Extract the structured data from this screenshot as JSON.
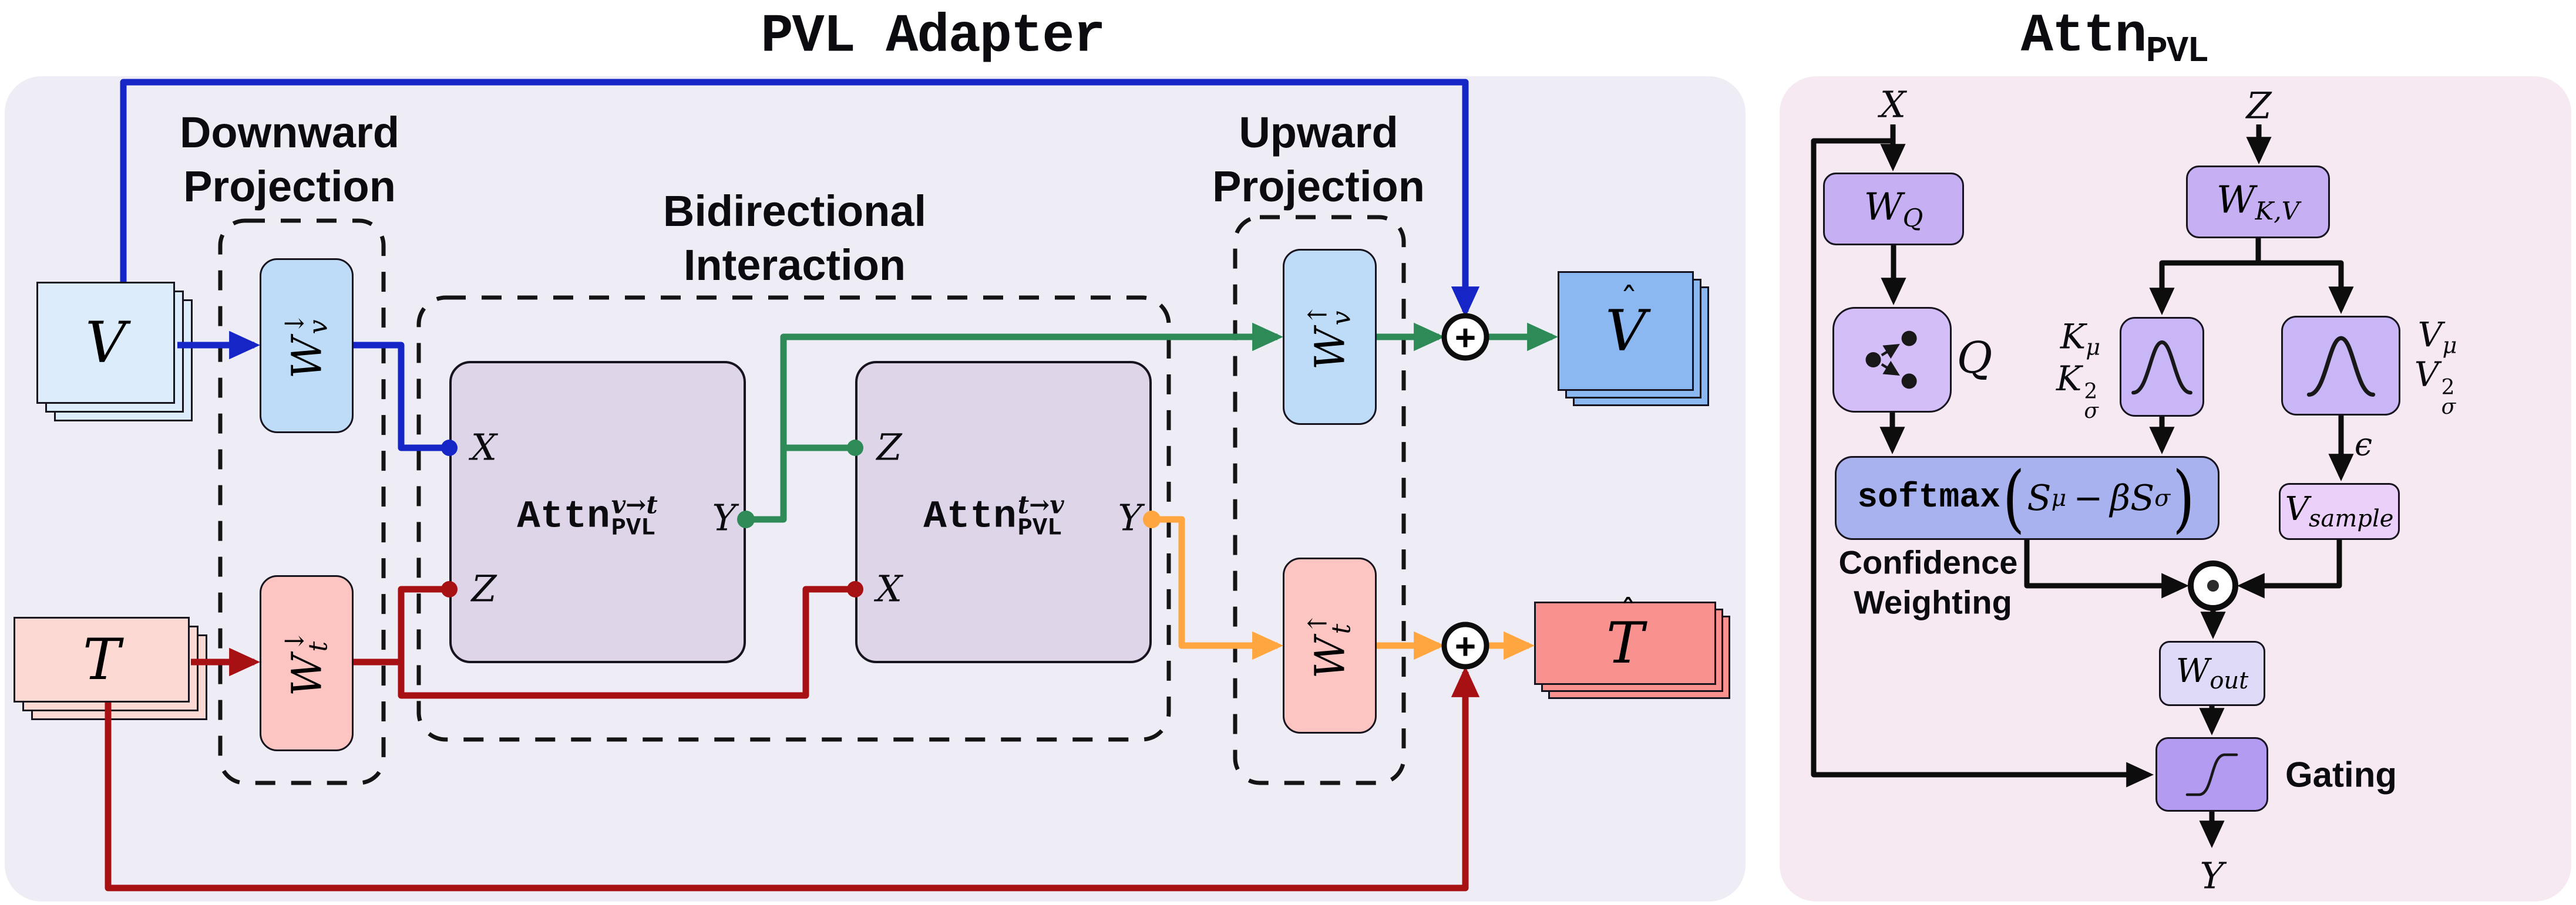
{
  "colors": {
    "panel_left": "#eeedf5",
    "panel_right": "#f7e9f2",
    "blue_line": "#1626c6",
    "red_line": "#a81114",
    "green_line": "#2e8b57",
    "orange_line": "#ffa640",
    "v_in_fill": "#dcecfb",
    "t_in_fill": "#fdd9d3",
    "v_out_fill": "#8bb8f1",
    "t_out_fill": "#f9928f",
    "wv_fill": "#bedcf8",
    "wt_fill": "#fcc5c1",
    "attn_fill": "#ded5e9",
    "purple_fill": "#c7aff4",
    "purple_soft": "#d4bef8",
    "gauss_fill": "#c9b6f6",
    "softmax_fill": "#a8b2ee",
    "vsample_fill": "#ebd1fa",
    "wout_fill": "#dfdaf8",
    "gating_fill": "#b29bf0"
  },
  "adapter": {
    "title": "PVL Adapter",
    "sections": {
      "down1": "Downward",
      "down2": "Projection",
      "bi1": "Bidirectional",
      "bi2": "Interaction",
      "up1": "Upward",
      "up2": "Projection"
    },
    "v_in": "V",
    "t_in": "T",
    "v_out_base": "V",
    "t_out_base": "T",
    "hat": "ˆ",
    "w_base": "W",
    "down_arrow": "↓",
    "up_arrow": "↑",
    "sub_v": "v",
    "sub_t": "t",
    "attn1": {
      "base": "Attn",
      "sup": "v→t",
      "sub": "PVL",
      "x": "X",
      "z": "Z",
      "y": "Y"
    },
    "attn2": {
      "base": "Attn",
      "sup": "t→v",
      "sub": "PVL",
      "z": "Z",
      "x": "X",
      "y": "Y"
    },
    "plus": "+"
  },
  "attn_pvl": {
    "title_base": "Attn",
    "title_sub": "PVL",
    "x_in": "X",
    "z_in": "Z",
    "wq_base": "W",
    "wq_sub": "Q",
    "wkv_base": "W",
    "wkv_sub": "K,V",
    "q": "Q",
    "k_mu_base": "K",
    "k_mu_sub": "μ",
    "k_sig_base": "K",
    "k_sig_sup": "2",
    "k_sig_sub": "σ",
    "v_mu_base": "V",
    "v_mu_sub": "μ",
    "v_sig_base": "V",
    "v_sig_sup": "2",
    "v_sig_sub": "σ",
    "softmax_fn": "softmax",
    "lparen": "(",
    "rparen": ")",
    "s1": "S",
    "s1_sub": "μ",
    "minus": "−",
    "s2": "βS",
    "s2_sub": "σ",
    "conf1": "Confidence",
    "conf2": "Weighting",
    "epsilon": "ϵ",
    "vsample_base": "V",
    "vsample_sub": "sample",
    "wout_base": "W",
    "wout_sub": "out",
    "gating": "Gating",
    "y_out": "Y"
  },
  "icons": {
    "add_symbol": "⊕",
    "hadamard_symbol": "⊙",
    "scatter": "scatter-plot-icon",
    "gaussian": "gaussian-curve-icon",
    "sigmoid": "sigmoid-curve-icon"
  }
}
